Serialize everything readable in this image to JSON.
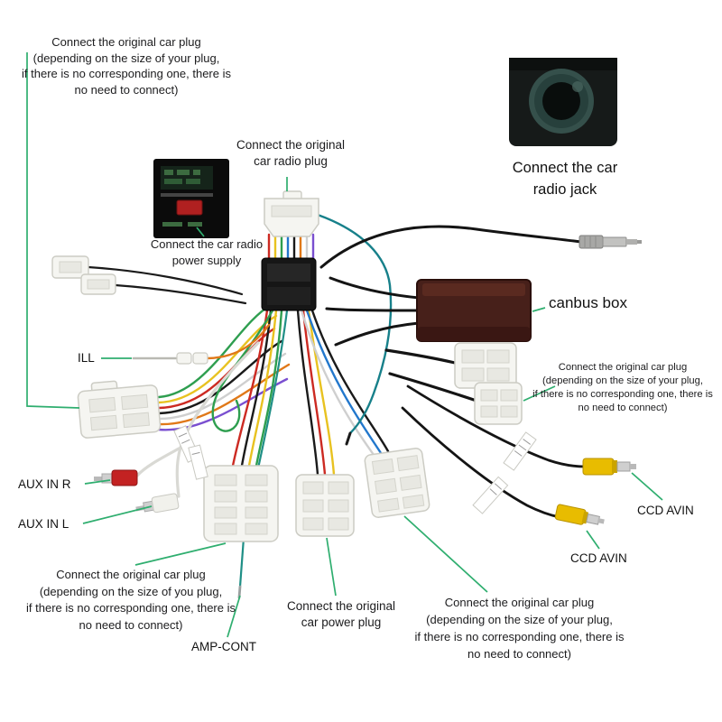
{
  "labels": {
    "top_left_plug": [
      "Connect the original car plug",
      "(depending on the size of your plug,",
      "if there is no corresponding one, there is",
      "no need to connect)"
    ],
    "radio_plug": [
      "Connect the original",
      "car radio plug"
    ],
    "radio_power": [
      "Connect the car radio",
      "power supply"
    ],
    "radio_jack": [
      "Connect the car",
      "radio jack"
    ],
    "canbus_box": "canbus box",
    "ill": "ILL",
    "aux_in_r": "AUX IN R",
    "aux_in_l": "AUX IN L",
    "bottom_left_plug": [
      "Connect the original car plug",
      "(depending on the size of you plug,",
      "if there is no corresponding one, there is",
      "no need to connect)"
    ],
    "amp_cont": "AMP-CONT",
    "power_plug": [
      "Connect the original",
      "car power plug"
    ],
    "bottom_right_plug": [
      "Connect the original car plug",
      "(depending on the size of your plug,",
      "if there is no corresponding one, there is",
      "no need to connect)"
    ],
    "right_plug": [
      "Connect the original car plug",
      "(depending on the size of your plug,",
      "if there is no corresponding one, there is",
      "no need to connect)"
    ],
    "ccd_avin_right": "CCD AVIN",
    "ccd_avin_bottom": "CCD AVIN"
  },
  "colors": {
    "annotation_line": "#2fae6f",
    "text": "#1c1c1e",
    "rca_red": "#c32222",
    "rca_white": "#f1f1ec",
    "rca_yellow": "#e8bc00",
    "canbus_box": "#47201a",
    "connector_white": "#f5f5f1"
  }
}
